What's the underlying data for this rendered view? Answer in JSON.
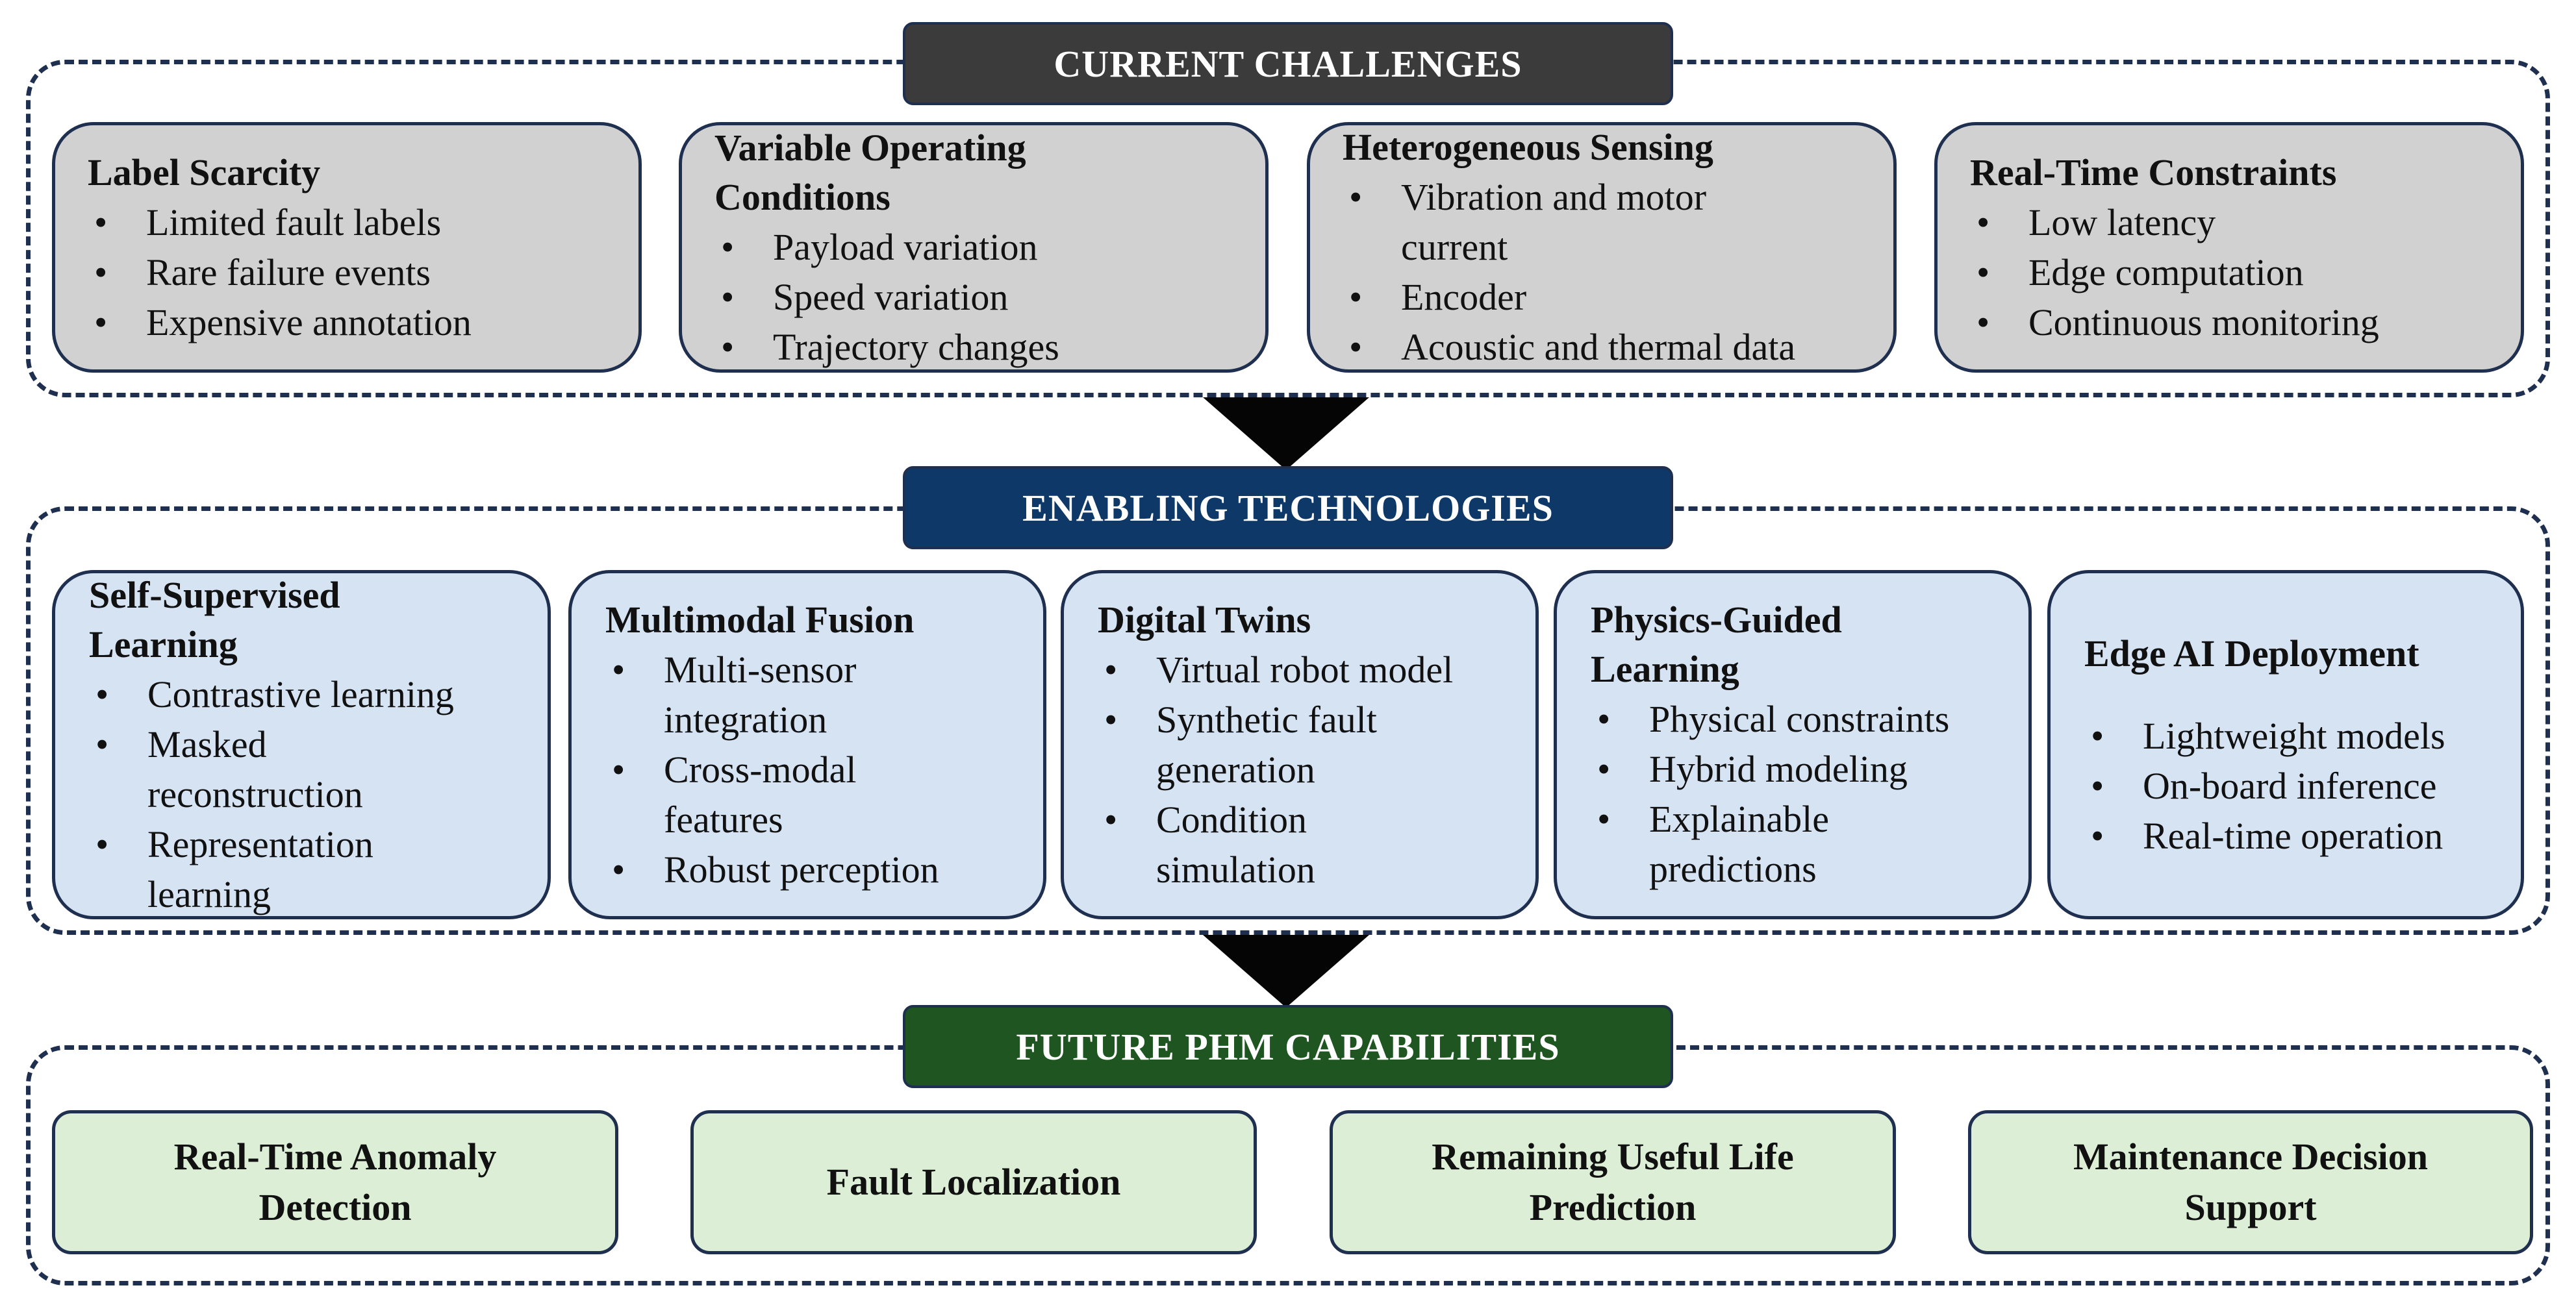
{
  "sections": {
    "challenges": {
      "title": "CURRENT CHALLENGES",
      "cards": [
        {
          "title": "Label Scarcity",
          "items": [
            "Limited fault labels",
            "Rare failure events",
            "Expensive annotation"
          ]
        },
        {
          "title": "Variable Operating Conditions",
          "items": [
            "Payload variation",
            "Speed variation",
            "Trajectory changes"
          ]
        },
        {
          "title": "Heterogeneous Sensing",
          "items": [
            "Vibration and motor current",
            "Encoder",
            "Acoustic and thermal data"
          ]
        },
        {
          "title": "Real-Time Constraints",
          "items": [
            "Low latency",
            "Edge computation",
            "Continuous monitoring"
          ]
        }
      ]
    },
    "technologies": {
      "title": "ENABLING TECHNOLOGIES",
      "cards": [
        {
          "title": "Self-Supervised Learning",
          "items": [
            "Contrastive learning",
            "Masked reconstruction",
            "Representation learning"
          ]
        },
        {
          "title": "Multimodal Fusion",
          "items": [
            "Multi-sensor integration",
            "Cross-modal features",
            "Robust perception"
          ]
        },
        {
          "title": "Digital Twins",
          "items": [
            "Virtual robot model",
            "Synthetic fault generation",
            "Condition simulation"
          ]
        },
        {
          "title": "Physics-Guided Learning",
          "items": [
            "Physical constraints",
            "Hybrid modeling",
            "Explainable predictions"
          ]
        },
        {
          "title": "Edge AI Deployment",
          "items": [
            "Lightweight models",
            "On-board inference",
            "Real-time operation"
          ]
        }
      ]
    },
    "capabilities": {
      "title": "FUTURE PHM CAPABILITIES",
      "cards": [
        {
          "title": "Real-Time Anomaly Detection"
        },
        {
          "title": "Fault Localization"
        },
        {
          "title": "Remaining Useful Life Prediction"
        },
        {
          "title": "Maintenance Decision Support"
        }
      ]
    }
  },
  "colors": {
    "challenge_header": "#3b3b3b",
    "technology_header": "#0d3868",
    "capability_header": "#1e5520",
    "challenge_card": "#d1d1d1",
    "technology_card": "#d6e3f3",
    "capability_card": "#dcefd6",
    "border": "#1f2f4f"
  }
}
